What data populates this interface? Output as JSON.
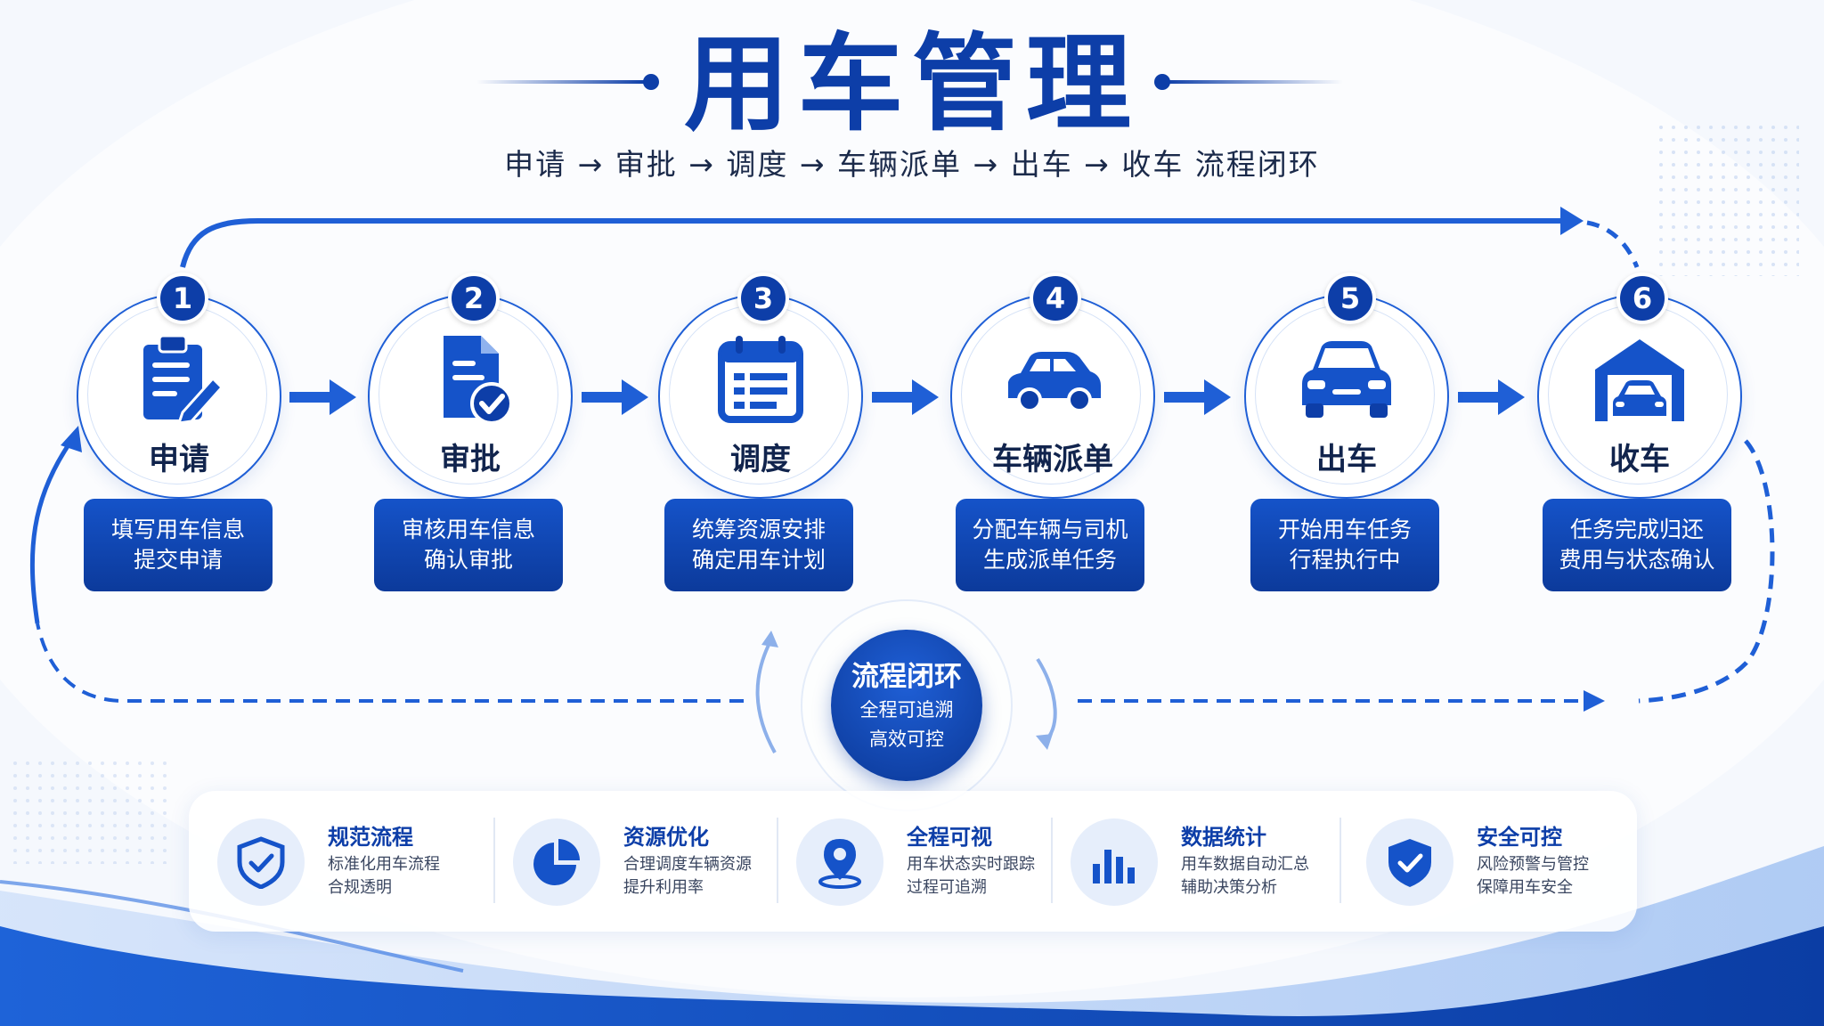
{
  "header": {
    "title": "用车管理",
    "subtitle": "申请 → 审批 → 调度 → 车辆派单 → 出车 → 收车  流程闭环"
  },
  "steps": [
    {
      "number": "1",
      "label": "申请",
      "desc": [
        "填写用车信息",
        "提交申请"
      ],
      "icon": "clipboard-pen-icon"
    },
    {
      "number": "2",
      "label": "审批",
      "desc": [
        "审核用车信息",
        "确认审批"
      ],
      "icon": "document-check-icon"
    },
    {
      "number": "3",
      "label": "调度",
      "desc": [
        "统筹资源安排",
        "确定用车计划"
      ],
      "icon": "calendar-list-icon"
    },
    {
      "number": "4",
      "label": "车辆派单",
      "desc": [
        "分配车辆与司机",
        "生成派单任务"
      ],
      "icon": "car-side-icon"
    },
    {
      "number": "5",
      "label": "出车",
      "desc": [
        "开始用车任务",
        "行程执行中"
      ],
      "icon": "car-front-icon"
    },
    {
      "number": "6",
      "label": "收车",
      "desc": [
        "任务完成归还",
        "费用与状态确认"
      ],
      "icon": "garage-icon"
    }
  ],
  "center": {
    "title": "流程闭环",
    "lines": [
      "全程可追溯",
      "高效可控"
    ]
  },
  "features": [
    {
      "title": "规范流程",
      "desc": [
        "标准化用车流程",
        "合规透明"
      ],
      "icon": "shield-check-icon"
    },
    {
      "title": "资源优化",
      "desc": [
        "合理调度车辆资源",
        "提升利用率"
      ],
      "icon": "pie-chart-icon"
    },
    {
      "title": "全程可视",
      "desc": [
        "用车状态实时跟踪",
        "过程可追溯"
      ],
      "icon": "location-pin-icon"
    },
    {
      "title": "数据统计",
      "desc": [
        "用车数据自动汇总",
        "辅助决策分析"
      ],
      "icon": "bar-chart-icon"
    },
    {
      "title": "安全可控",
      "desc": [
        "风险预警与管控",
        "保障用车安全"
      ],
      "icon": "shield-check-filled-icon"
    }
  ],
  "colors": {
    "primary": "#0d3ea8",
    "accent": "#1f5fd6",
    "background": "#f5f8fd"
  }
}
